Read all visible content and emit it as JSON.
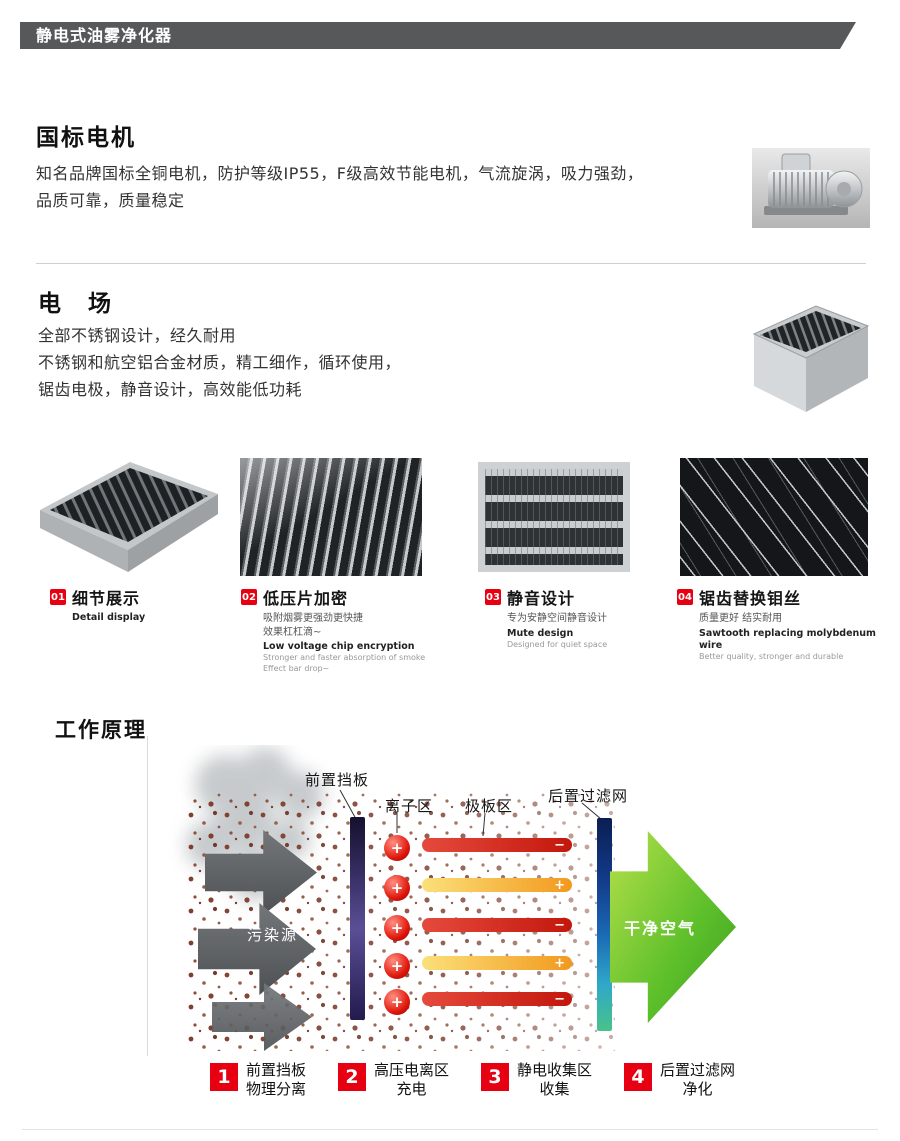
{
  "header": {
    "title": "静电式油雾净化器"
  },
  "motor_section": {
    "title": "国标电机",
    "line1": "知名品牌国标全铜电机，防护等级IP55，F级高效节能电机，气流旋涡，吸力强劲，",
    "line2": "品质可靠，质量稳定"
  },
  "field_section": {
    "title": "电　场",
    "line1": "全部不锈钢设计，经久耐用",
    "line2": "不锈钢和航空铝合金材质，精工细作，循环使用，",
    "line3": "锯齿电极，静音设计，高效能低功耗"
  },
  "features": [
    {
      "num": "01",
      "title": "细节展示",
      "en_bold": "Detail display"
    },
    {
      "num": "02",
      "title": "低压片加密",
      "cn1": "吸附烟雾更强劲更快捷",
      "cn2": "效果杠杠滴~",
      "en_bold": "Low voltage chip encryption",
      "en1": "Stronger and faster absorption of smoke",
      "en2": "Effect bar drop~"
    },
    {
      "num": "03",
      "title": "静音设计",
      "cn1": "专为安静空间静音设计",
      "en_bold": "Mute design",
      "en1": "Designed for quiet space"
    },
    {
      "num": "04",
      "title": "锯齿替换钼丝",
      "cn1": "质量更好 结实耐用",
      "en_bold": "Sawtooth replacing molybdenum wire",
      "en1": "Better quality, stronger and durable"
    }
  ],
  "principle": {
    "title": "工作原理",
    "label_front_baffle": "前置挡板",
    "label_ion_zone": "离子区",
    "label_plate_zone": "极板区",
    "label_rear_filter": "后置过滤网",
    "label_pollution": "污染源",
    "label_clean_air": "干净空气",
    "plus": "+",
    "minus": "−",
    "legend": [
      {
        "num": "1",
        "line1": "前置挡板",
        "line2": "物理分离"
      },
      {
        "num": "2",
        "line1": "高压电离区",
        "line2": "充电"
      },
      {
        "num": "3",
        "line1": "静电收集区",
        "line2": "收集"
      },
      {
        "num": "4",
        "line1": "后置过滤网",
        "line2": "净化"
      }
    ]
  },
  "colors": {
    "accent_red": "#e60012",
    "header_gray": "#57585a",
    "clean_air_green": "#5cbf2a",
    "plate_red": "#c3170c",
    "plate_orange": "#f2991d",
    "filter_blue": "#123c8c",
    "baffle_purple": "#3f3670"
  }
}
